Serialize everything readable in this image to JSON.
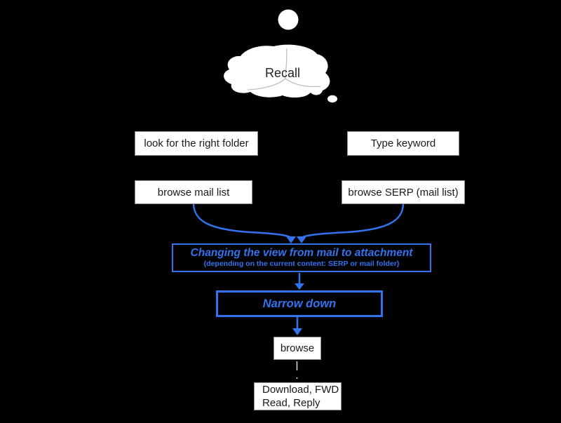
{
  "diagram": {
    "bubble": {
      "label": "Recall"
    },
    "left_branch": {
      "step1": "look for the right folder",
      "step2": "browse mail list"
    },
    "right_branch": {
      "step1": "Type keyword",
      "step2": "browse SERP (mail list)"
    },
    "merge_step": {
      "title": "Changing the view from mail to attachment",
      "subtitle": "(depending on the current content: SERP or mail folder)"
    },
    "narrow_step": {
      "label": "Narrow down"
    },
    "browse_step": {
      "label": "browse"
    },
    "final_step": {
      "line1": "Download, FWD",
      "line2": "Read, Reply"
    }
  },
  "colors": {
    "background": "#000000",
    "accent_blue": "#3373ee",
    "node_fill": "#ffffff",
    "node_border": "#8f8f8f",
    "node_text": "#1a1a1a",
    "cloud_inner_lines": "#bdbdbd",
    "dashed_connector": "#e0e0e0"
  }
}
